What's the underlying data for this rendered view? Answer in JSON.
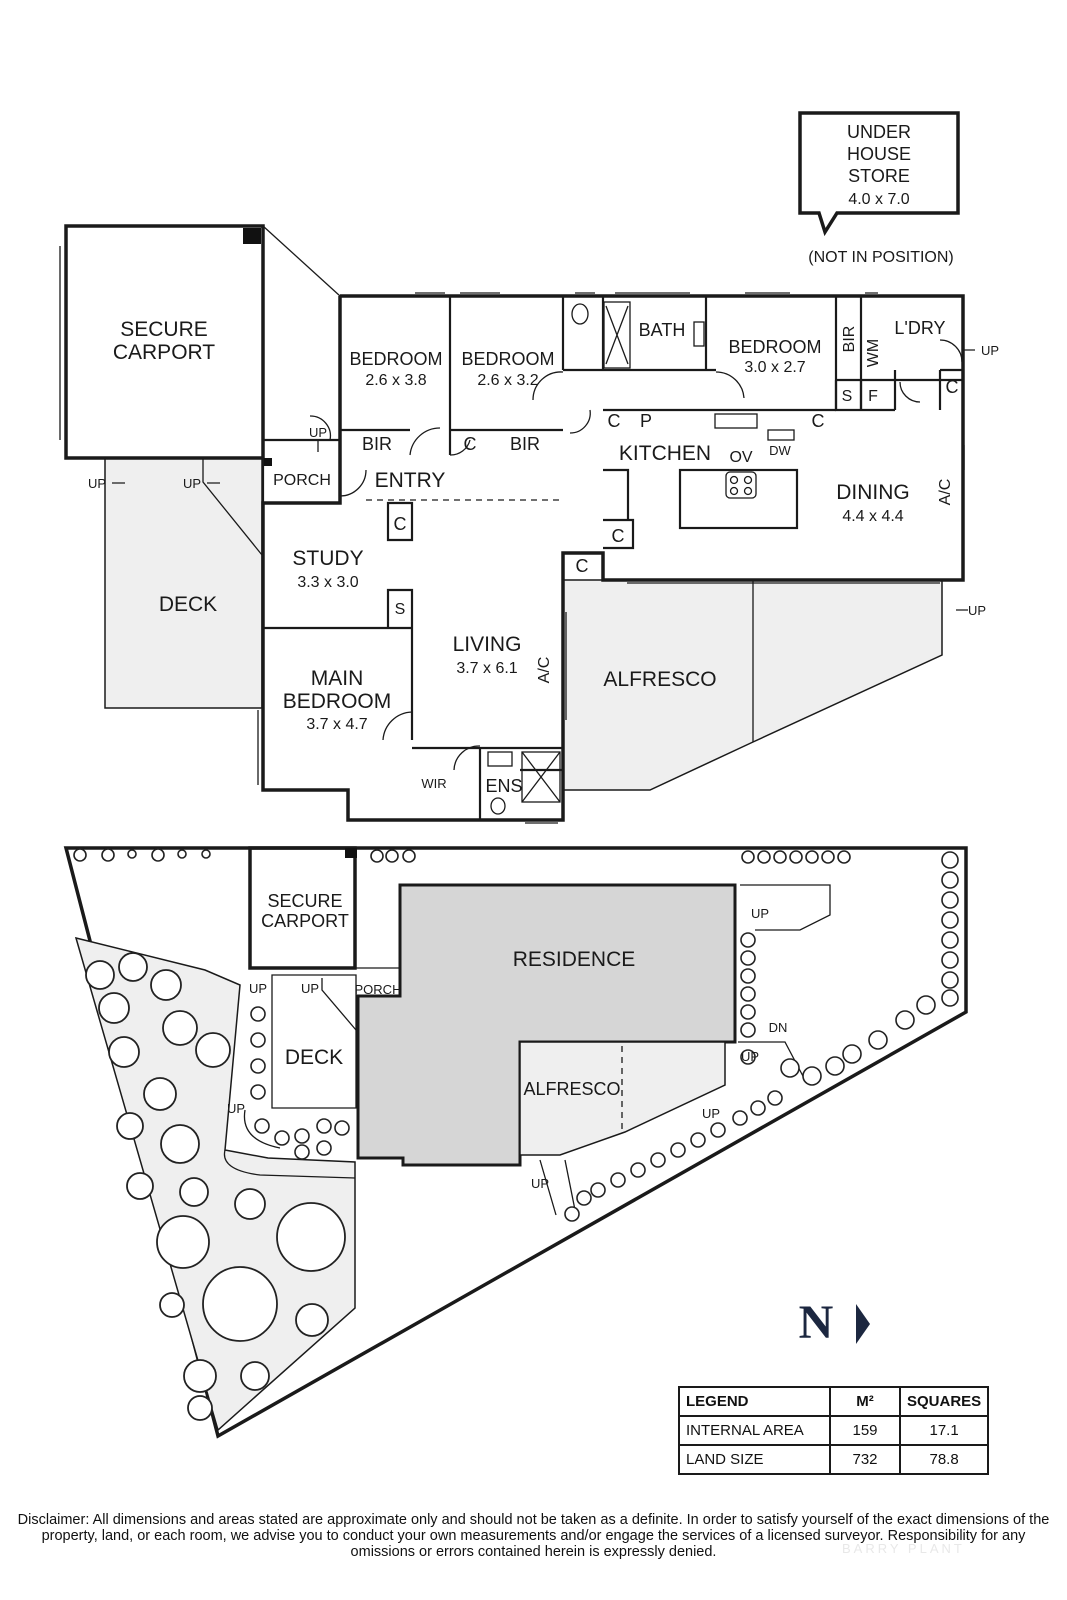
{
  "store": {
    "lines": [
      "UNDER",
      "HOUSE",
      "STORE",
      "4.0 x 7.0"
    ],
    "note": "(NOT IN POSITION)"
  },
  "floor_plan": {
    "secure_carport": [
      "SECURE",
      "CARPORT"
    ],
    "deck": "DECK",
    "porch": "PORCH",
    "entry": "ENTRY",
    "bedroom_1": {
      "name": "BEDROOM",
      "size": "2.6 x 3.8"
    },
    "bedroom_2": {
      "name": "BEDROOM",
      "size": "2.6 x 3.2"
    },
    "bedroom_3": {
      "name": "BEDROOM",
      "size": "3.0 x 2.7"
    },
    "bath": "BATH",
    "laundry": "L'DRY",
    "kitchen": "KITCHEN",
    "dining": {
      "name": "DINING",
      "size": "4.4 x 4.4"
    },
    "study": {
      "name": "STUDY",
      "size": "3.3 x 3.0"
    },
    "living": {
      "name": "LIVING",
      "size": "3.7 x 6.1"
    },
    "main_bedroom": {
      "name": [
        "MAIN",
        "BEDROOM"
      ],
      "size": "3.7 x 4.7"
    },
    "alfresco": "ALFRESCO",
    "wir": "WIR",
    "ens": "ENS",
    "bir": "BIR",
    "cupboard": "C",
    "pantry": "P",
    "storage": "S",
    "wm": "WM",
    "fridge": "F",
    "oven": "OV",
    "dishwasher": "DW",
    "ac": "A/C",
    "up": "UP"
  },
  "site_plan": {
    "secure_carport": [
      "SECURE",
      "CARPORT"
    ],
    "residence": "RESIDENCE",
    "porch": "PORCH",
    "deck": "DECK",
    "alfresco": "ALFRESCO",
    "up": "UP",
    "dn": "DN"
  },
  "north": "N",
  "legend": {
    "headers": [
      "LEGEND",
      "M²",
      "SQUARES"
    ],
    "rows": [
      {
        "label": "INTERNAL AREA",
        "m2": "159",
        "squares": "17.1"
      },
      {
        "label": "LAND SIZE",
        "m2": "732",
        "squares": "78.8"
      }
    ]
  },
  "disclaimer": "Disclaimer: All dimensions and areas stated are approximate only and should not be taken as a definite. In order to satisfy yourself of the exact dimensions of the property, land, or each room, we advise you to conduct your own measurements and/or engage the services of a licensed surveyor. Responsibility for any omissions or errors contained herein is expressly denied.",
  "watermark": "BARRY PLANT"
}
